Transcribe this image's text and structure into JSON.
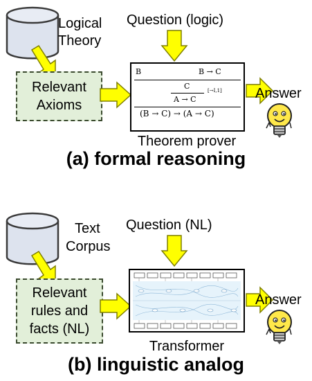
{
  "panel_a": {
    "source_label_line1": "Logical",
    "source_label_line2": "Theory",
    "question": "Question (logic)",
    "box_line1": "Relevant",
    "box_line2": "Axioms",
    "proof": {
      "row1_left": "B",
      "row1_right": "B → C",
      "row2_top": "C",
      "row2_bottom": "A → C",
      "row2_rule": "[→I,1]",
      "row3": "(B → C) → (A → C)"
    },
    "engine_label": "Theorem prover",
    "answer": "Answer",
    "caption": "(a) formal reasoning"
  },
  "panel_b": {
    "source_label_line1": "Text",
    "source_label_line2": "Corpus",
    "question": "Question (NL)",
    "box_line1": "Relevant",
    "box_line2": "rules and",
    "box_line3": "facts (NL)",
    "engine_label": "Transformer",
    "answer": "Answer",
    "caption": "(b) linguistic analog"
  },
  "colors": {
    "arrow_fill": "#ffff00",
    "arrow_stroke": "#7f7f00",
    "cylinder_fill": "#dde3ee",
    "box_fill": "#e2efd9",
    "bulb_yellow": "#ffe84a"
  }
}
